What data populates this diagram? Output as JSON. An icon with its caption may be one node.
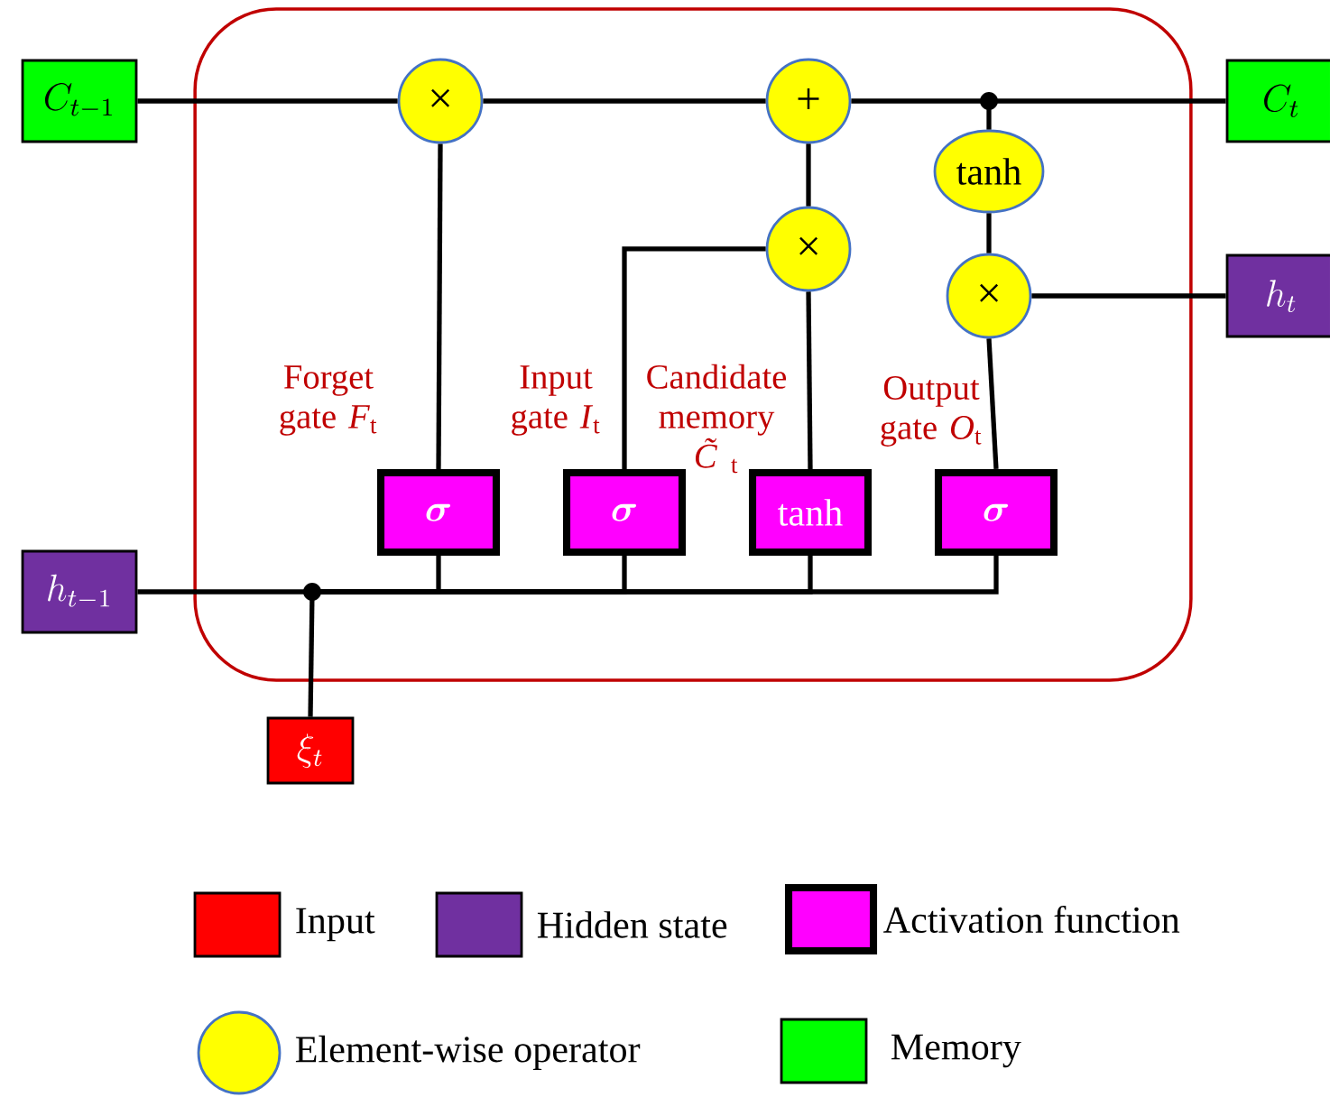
{
  "diagram": {
    "nodes": [
      {
        "text": [],
        "shape": "box"
      },
      {
        "text": [
          "C_{t-1}"
        ]
      },
      {
        "text": [
          "×"
        ],
        "in": 0
      },
      {
        "text": [
          "+"
        ],
        "in": 0
      },
      {
        "text": [
          "tanh"
        ],
        "in": 0
      },
      {
        "text": [
          "×"
        ],
        "in": 0
      },
      {
        "text": [
          "×"
        ],
        "in": 0
      },
      {
        "text": [
          "C_t"
        ]
      },
      {
        "text": [
          "h_t"
        ]
      },
      {
        "text": [
          "\\boldsymbol{\\sigma}"
        ],
        "in": 0,
        "beside": [
          "Forget gate *F*$_{t}$"
        ]
      },
      {
        "text": [
          "\\boldsymbol{\\sigma}"
        ],
        "in": 0,
        "beside": [
          "Input gate *I*$_{t}$"
        ]
      },
      {
        "text": [
          "tanh"
        ],
        "in": 0,
        "beside": [
          "Candidate memory *C̃*$_{t}$"
        ]
      },
      {
        "text": [
          "\\boldsymbol{\\sigma}"
        ],
        "in": 0,
        "beside": [
          "Output gate *O*$_{t}$"
        ]
      },
      {
        "text": [
          "h_{t-1}"
        ]
      },
      {
        "text": [
          "\\xi_t"
        ]
      },
      {
        "text": [],
        "shape": "circle",
        "in": 0
      },
      {
        "text": [],
        "shape": "circle",
        "in": 0
      }
    ],
    "edges": [
      {
        "from": 1,
        "to": 2,
        "arrow": "none"
      },
      {
        "from": 2,
        "to": 3,
        "arrow": "none"
      },
      {
        "from": 3,
        "to": 15,
        "arrow": "none"
      },
      {
        "from": 15,
        "to": 7,
        "arrow": "none"
      },
      {
        "from": 15,
        "to": 4,
        "arrow": "none"
      },
      {
        "from": 4,
        "to": 6,
        "arrow": "none"
      },
      {
        "from": 6,
        "to": 8,
        "arrow": "none"
      },
      {
        "from": 5,
        "to": 3,
        "arrow": "none"
      },
      {
        "from": 9,
        "to": 2,
        "arrow": "none"
      },
      {
        "from": 10,
        "to": 5,
        "arrow": "none"
      },
      {
        "from": 11,
        "to": 5,
        "arrow": "none"
      },
      {
        "from": 12,
        "to": 6,
        "arrow": "none"
      },
      {
        "from": 13,
        "to": 16,
        "arrow": "none"
      },
      {
        "from": 14,
        "to": 16,
        "arrow": "none"
      },
      {
        "from": 16,
        "to": 9,
        "arrow": "none"
      },
      {
        "from": 16,
        "to": 10,
        "arrow": "none"
      },
      {
        "from": 16,
        "to": 11,
        "arrow": "none"
      },
      {
        "from": 16,
        "to": 12,
        "arrow": "none"
      }
    ],
    "legend": [
      {
        "text": "Input",
        "color": "#ff0000"
      },
      {
        "text": "Hidden state",
        "color": "#7030a0"
      },
      {
        "text": "Activation function",
        "color": "#ff00ff"
      },
      {
        "text": "Element-wise operator",
        "color": "#ffff00"
      },
      {
        "text": "Memory",
        "color": "#00ff00"
      }
    ]
  }
}
